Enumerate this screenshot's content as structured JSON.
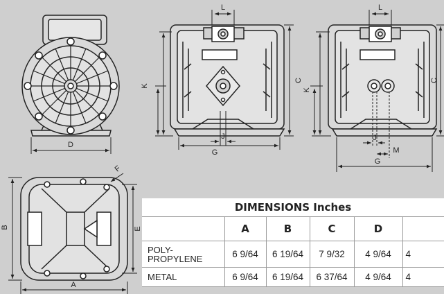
{
  "dimension_labels": {
    "a": "A",
    "b": "B",
    "c": "C",
    "d": "D",
    "e": "E",
    "f": "F",
    "g": "G",
    "j": "J",
    "k": "K",
    "l": "L",
    "m": "M"
  },
  "table": {
    "title": "DIMENSIONS Inches",
    "columns": [
      "A",
      "B",
      "C",
      "D"
    ],
    "rows": [
      {
        "material": "POLY-\nPROPYLENE",
        "values": [
          "6 9/64",
          "6 19/64",
          "7 9/32",
          "4 9/64"
        ],
        "cut": "4"
      },
      {
        "material": "METAL",
        "values": [
          "6 9/64",
          "6 19/64",
          "6 37/64",
          "4 9/64"
        ],
        "cut": "4"
      }
    ]
  }
}
